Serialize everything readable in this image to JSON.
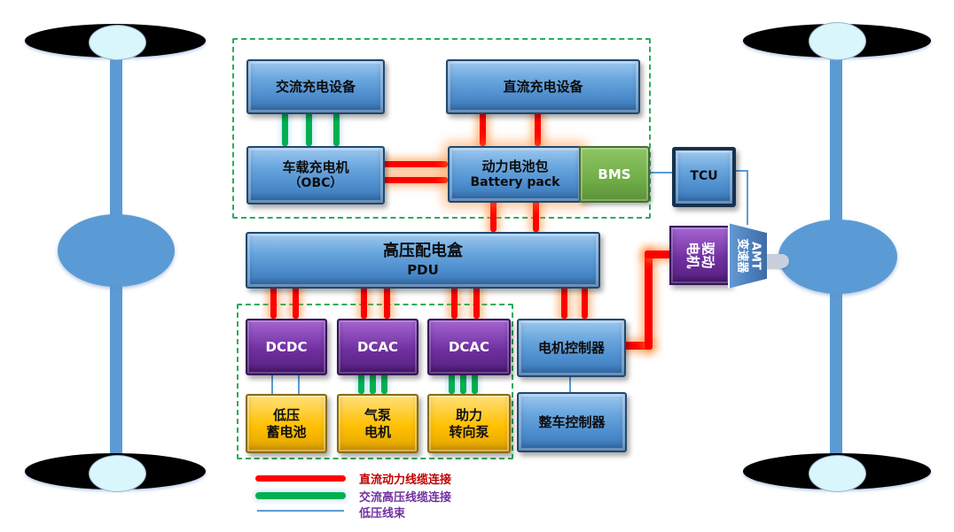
{
  "boxes": {
    "ac_charger": {
      "label": "交流充电设备"
    },
    "dc_charger": {
      "label": "直流充电设备"
    },
    "obc": {
      "line1": "车载充电机",
      "line2": "（OBC）"
    },
    "battery": {
      "line1": "动力电池包",
      "line2": "Battery pack"
    },
    "bms": {
      "label": "BMS"
    },
    "tcu": {
      "label": "TCU"
    },
    "pdu": {
      "line1": "高压配电盒",
      "line2": "PDU"
    },
    "dcdc": {
      "label": "DCDC"
    },
    "dcac_air": {
      "label": "DCAC"
    },
    "dcac_steer": {
      "label": "DCAC"
    },
    "lv_battery": {
      "line1": "低压",
      "line2": "蓄电池"
    },
    "air_pump_motor": {
      "line1": "气泵",
      "line2": "电机"
    },
    "power_steering_pump": {
      "line1": "助力",
      "line2": "转向泵"
    },
    "motor_controller": {
      "label": "电机控制器"
    },
    "vehicle_controller": {
      "label": "整车控制器"
    },
    "drive_motor": {
      "line1": "驱动",
      "line2": "电机"
    },
    "amt_gearbox": {
      "line1": "AMT",
      "line2": "变速器"
    }
  },
  "legend": {
    "items": [
      {
        "name": "dc-power-cable",
        "label": "直流动力线缆连接",
        "color": "#ff0000"
      },
      {
        "name": "ac-hv-cable",
        "label": "交流高压线缆连接",
        "color": "#00b050"
      },
      {
        "name": "lv-harness",
        "label": "低压线束",
        "color": "#5b9bd5"
      }
    ]
  },
  "colors": {
    "box_blue": "#5b9bd5",
    "box_green": "#70ad47",
    "box_purple": "#7030a0",
    "box_yellow": "#ffc000",
    "dc_cable": "#ff0000",
    "ac_cable": "#00b050",
    "lv_wire": "#5b9bd5",
    "dashed_frame": "#2bab5e"
  }
}
